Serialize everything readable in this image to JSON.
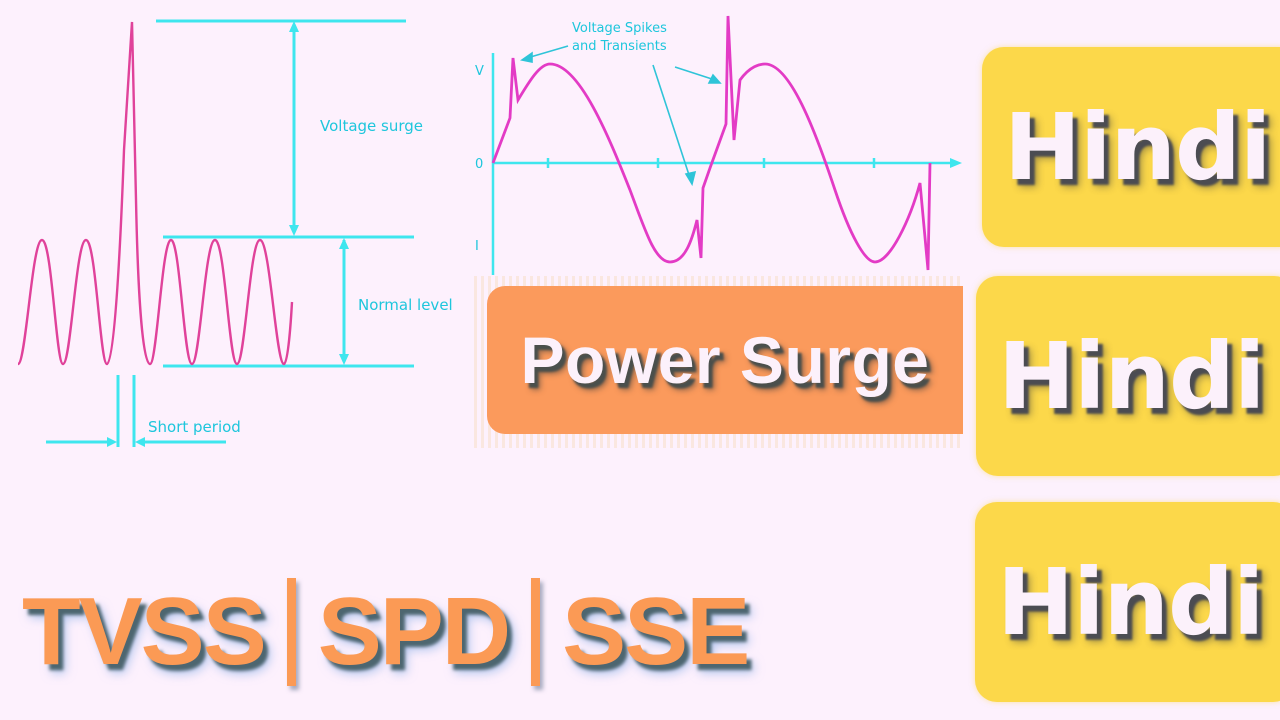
{
  "colors": {
    "background": "#fdf1fd",
    "waveform": "#e33bc5",
    "annotation": "#1ec6dc",
    "banner_orange": "#fb9a5c",
    "card_yellow": "#fcd84a",
    "acronym_orange": "#fb9a55",
    "title_text": "#fcf1fb"
  },
  "left_diagram": {
    "labels": {
      "voltage_surge": "Voltage surge",
      "normal_level": "Normal level",
      "short_period": "Short period"
    }
  },
  "right_diagram": {
    "annotation": [
      "Voltage Spikes",
      "and Transients"
    ],
    "axis": {
      "y_top": "V",
      "origin": "0",
      "y_bottom": "I"
    }
  },
  "banner": {
    "title": "Power Surge"
  },
  "cards": [
    {
      "label": "Hindi"
    },
    {
      "label": "Hindi"
    },
    {
      "label": "Hindi"
    }
  ],
  "acronyms": [
    {
      "label": "TVSS"
    },
    {
      "label": "SPD"
    },
    {
      "label": "SSE"
    }
  ]
}
